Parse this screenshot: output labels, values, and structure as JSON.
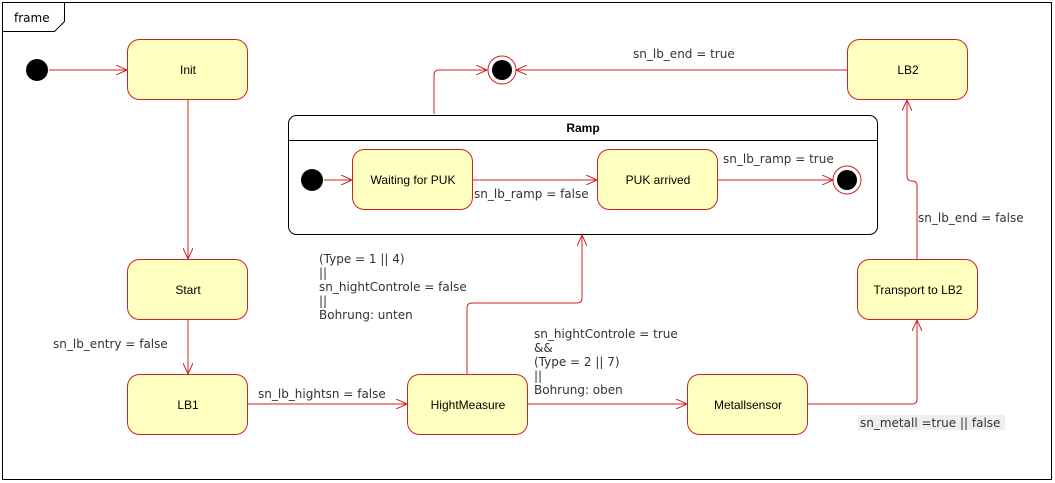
{
  "frame": {
    "label": "frame"
  },
  "group": {
    "title": "Ramp"
  },
  "states": {
    "init": "Init",
    "start": "Start",
    "lb1": "LB1",
    "hight_measure": "HightMeasure",
    "metallsensor": "Metallsensor",
    "transport": "Transport to LB2",
    "lb2": "LB2",
    "waiting": "Waiting for PUK",
    "puk_arrived": "PUK arrived"
  },
  "transitions": {
    "lb2_to_end": "sn_lb_end = true",
    "waiting_to_puk": "sn_lb_ramp = false",
    "puk_to_end": "sn_lb_ramp = true",
    "transport_to_lb2": "sn_lb_end = false",
    "start_to_lb1": "sn_lb_entry = false",
    "lb1_to_hight": "sn_lb_hightsn = false",
    "hight_to_ramp": [
      "(Type = 1 || 4)",
      "||",
      "sn_hightControle = false",
      "||",
      "Bohrung: unten"
    ],
    "hight_to_metall": [
      "sn_hightControle = true",
      "&&",
      "(Type = 2 || 7)",
      "||",
      "Bohrung: oben"
    ],
    "metall_to_transport": "sn_metall =true || false"
  },
  "colors": {
    "state_fill": "#ffffc0",
    "edge": "#cc2222"
  }
}
